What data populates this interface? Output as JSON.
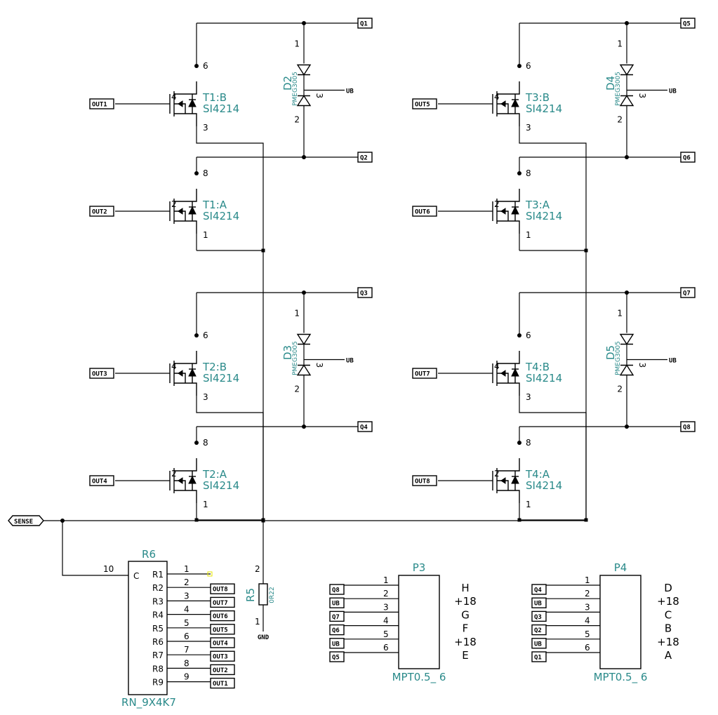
{
  "transistors": [
    {
      "ref": "T1:B",
      "value": "SI4214",
      "gate_pin": "4",
      "drain_pin": "6",
      "source_pin": "3",
      "input": "OUT1"
    },
    {
      "ref": "T1:A",
      "value": "SI4214",
      "gate_pin": "2",
      "drain_pin": "8",
      "source_pin": "1",
      "input": "OUT2"
    },
    {
      "ref": "T2:B",
      "value": "SI4214",
      "gate_pin": "4",
      "drain_pin": "6",
      "source_pin": "3",
      "input": "OUT3"
    },
    {
      "ref": "T2:A",
      "value": "SI4214",
      "gate_pin": "2",
      "drain_pin": "8",
      "source_pin": "1",
      "input": "OUT4"
    },
    {
      "ref": "T3:B",
      "value": "SI4214",
      "gate_pin": "4",
      "drain_pin": "6",
      "source_pin": "3",
      "input": "OUT5"
    },
    {
      "ref": "T3:A",
      "value": "SI4214",
      "gate_pin": "2",
      "drain_pin": "8",
      "source_pin": "1",
      "input": "OUT6"
    },
    {
      "ref": "T4:B",
      "value": "SI4214",
      "gate_pin": "4",
      "drain_pin": "6",
      "source_pin": "3",
      "input": "OUT7"
    },
    {
      "ref": "T4:A",
      "value": "SI4214",
      "gate_pin": "2",
      "drain_pin": "8",
      "source_pin": "1",
      "input": "OUT8"
    }
  ],
  "diodes": [
    {
      "ref": "D2",
      "value": "PMEG3005",
      "pin1": "1",
      "pin2": "2",
      "pin3": "3",
      "common": "UB",
      "top": "Q1",
      "bottom": "Q2"
    },
    {
      "ref": "D3",
      "value": "PMEG3005",
      "pin1": "1",
      "pin2": "2",
      "pin3": "3",
      "common": "UB",
      "top": "Q3",
      "bottom": "Q4"
    },
    {
      "ref": "D4",
      "value": "PMEG3005",
      "pin1": "1",
      "pin2": "2",
      "pin3": "3",
      "common": "UB",
      "top": "Q5",
      "bottom": "Q6"
    },
    {
      "ref": "D5",
      "value": "PMEG3005",
      "pin1": "1",
      "pin2": "2",
      "pin3": "3",
      "common": "UB",
      "top": "Q7",
      "bottom": "Q8"
    }
  ],
  "sense": {
    "label": "SENSE"
  },
  "r5": {
    "ref": "R5",
    "value": "0R22",
    "pin_top": "2",
    "pin_bottom": "1",
    "gnd": "GND"
  },
  "r6": {
    "ref": "R6",
    "value": "RN_9X4K7",
    "common_label": "C",
    "common_pin": "10",
    "pins": [
      {
        "name": "R1",
        "num": "1",
        "net": ""
      },
      {
        "name": "R2",
        "num": "2",
        "net": "OUT8"
      },
      {
        "name": "R3",
        "num": "3",
        "net": "OUT7"
      },
      {
        "name": "R4",
        "num": "4",
        "net": "OUT6"
      },
      {
        "name": "R5",
        "num": "5",
        "net": "OUT5"
      },
      {
        "name": "R6",
        "num": "6",
        "net": "OUT4"
      },
      {
        "name": "R7",
        "num": "7",
        "net": "OUT3"
      },
      {
        "name": "R8",
        "num": "8",
        "net": "OUT2"
      },
      {
        "name": "R9",
        "num": "9",
        "net": "OUT1"
      }
    ]
  },
  "p3": {
    "ref": "P3",
    "value": "MPT0.5_ 6",
    "pins": [
      {
        "num": "1",
        "net": "Q8",
        "label": "H"
      },
      {
        "num": "2",
        "net": "UB",
        "label": "+18"
      },
      {
        "num": "3",
        "net": "Q7",
        "label": "G"
      },
      {
        "num": "4",
        "net": "Q6",
        "label": "F"
      },
      {
        "num": "5",
        "net": "UB",
        "label": "+18"
      },
      {
        "num": "6",
        "net": "Q5",
        "label": "E"
      }
    ]
  },
  "p4": {
    "ref": "P4",
    "value": "MPT0.5_ 6",
    "pins": [
      {
        "num": "1",
        "net": "Q4",
        "label": "D"
      },
      {
        "num": "2",
        "net": "UB",
        "label": "+18"
      },
      {
        "num": "3",
        "net": "Q3",
        "label": "C"
      },
      {
        "num": "4",
        "net": "Q2",
        "label": "B"
      },
      {
        "num": "5",
        "net": "UB",
        "label": "+18"
      },
      {
        "num": "6",
        "net": "Q1",
        "label": "A"
      }
    ]
  },
  "colors": {
    "component_text": "#2a8a8a",
    "wire": "#000000",
    "pin_marker": "#e6e600"
  }
}
